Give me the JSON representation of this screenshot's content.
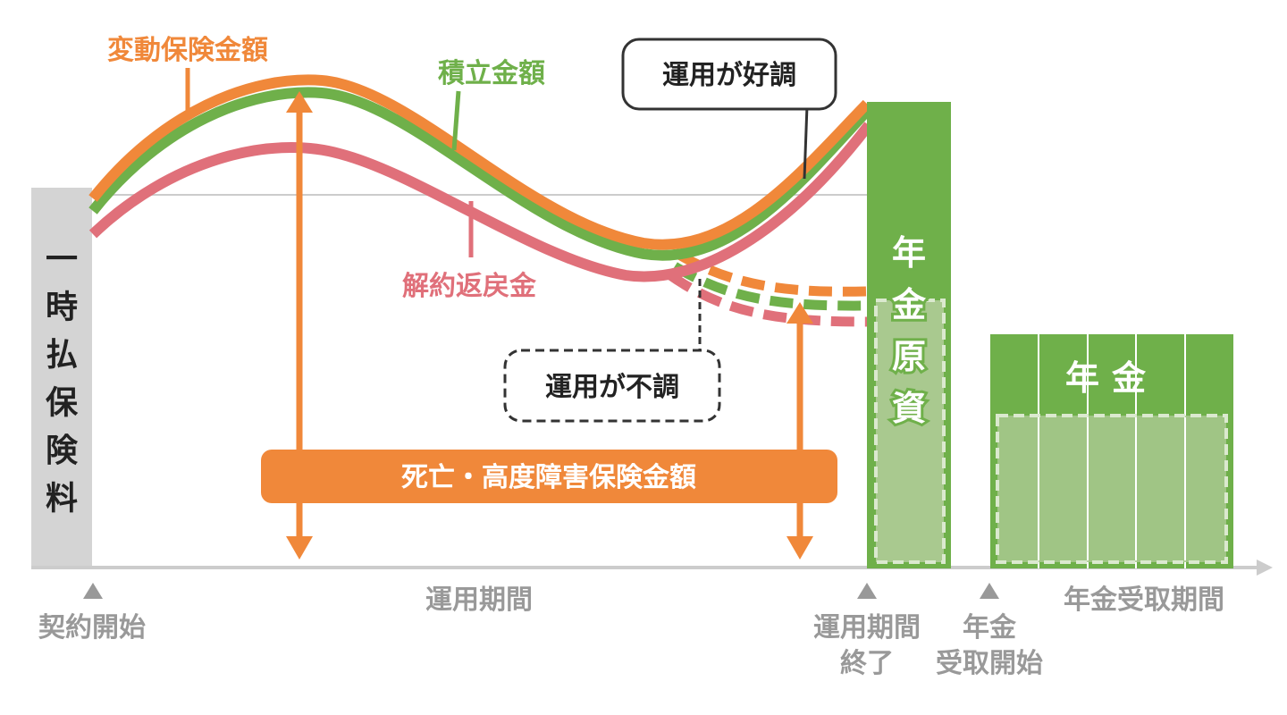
{
  "labels": {
    "variable_insurance": "変動保険金額",
    "accumulated": "積立金額",
    "surrender": "解約返戻金",
    "good_performance": "運用が好調",
    "poor_performance": "運用が不調",
    "death_benefit": "死亡・高度障害保険金額",
    "lump_sum_premium": "一時払保険料",
    "annuity_fund": "年金原資",
    "annuity": "年金"
  },
  "axis": {
    "contract_start": "契約開始",
    "operation_period": "運用期間",
    "operation_end_line1": "運用期間",
    "operation_end_line2": "終了",
    "annuity_start_line1": "年金",
    "annuity_start_line2": "受取開始",
    "annuity_period": "年金受取期間"
  },
  "colors": {
    "orange": "#f0883a",
    "green": "#6fb04a",
    "pink": "#e0707a",
    "gray": "#d4d4d4",
    "axis_text": "#999999",
    "axis_line": "#cccccc",
    "pale_green": "#a9c98f"
  }
}
